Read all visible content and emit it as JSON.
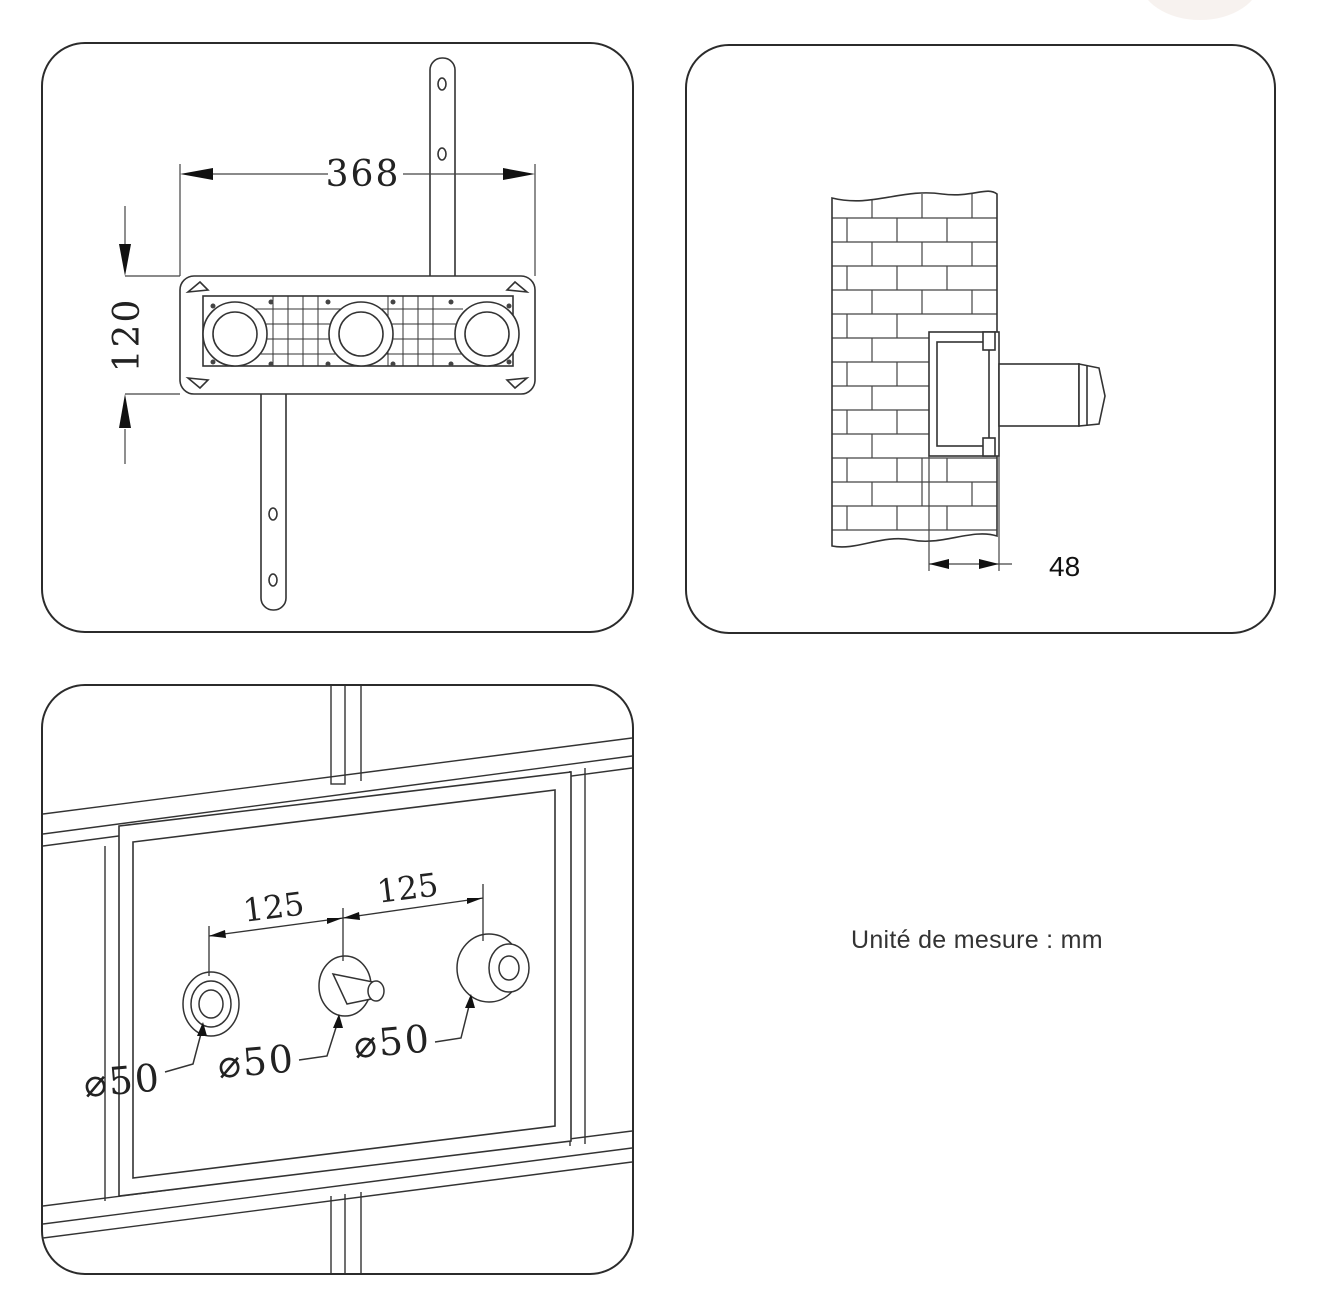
{
  "top_left": {
    "width_dim": "368",
    "height_dim": "120"
  },
  "top_right": {
    "depth_dim": "48"
  },
  "bottom_left": {
    "spacing_1": "125",
    "spacing_2": "125",
    "diameters": [
      "⌀50",
      "⌀50",
      "⌀50"
    ]
  },
  "unit_note": "Unité de mesure : mm",
  "colors": {
    "line": "#2b2b2b",
    "background": "#ffffff"
  }
}
